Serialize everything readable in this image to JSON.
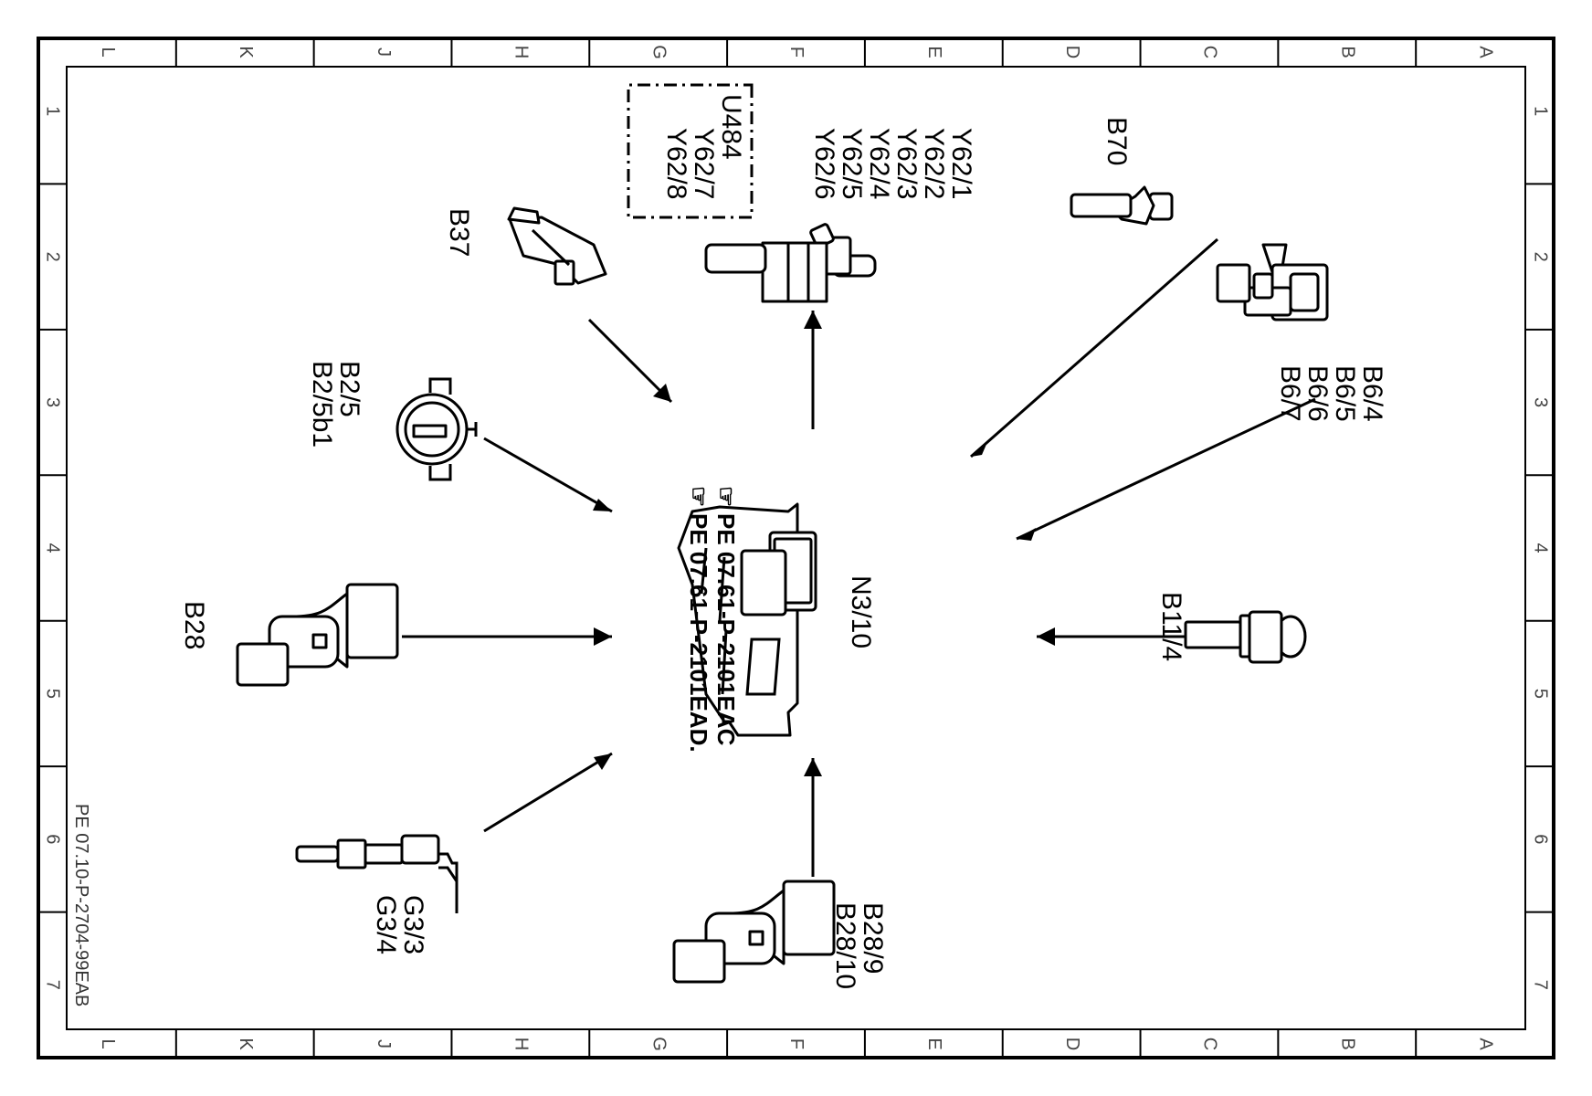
{
  "grid": {
    "columns": [
      "L",
      "K",
      "J",
      "H",
      "G",
      "F",
      "E",
      "D",
      "C",
      "B",
      "A"
    ],
    "rows": [
      "1",
      "2",
      "3",
      "4",
      "5",
      "6",
      "7"
    ]
  },
  "reference_code": "PE 07.10-P-2704-99EAB",
  "center": {
    "label": "N3/10",
    "notes": [
      "PE 07.61-P-2101EAC",
      "PE 07.61-P-2101EAD."
    ]
  },
  "components": {
    "injectors": [
      "Y62/1",
      "Y62/2",
      "Y62/3",
      "Y62/4",
      "Y62/5",
      "Y62/6"
    ],
    "injectors_boxed": [
      "U484",
      "Y62/7",
      "Y62/8"
    ],
    "b70": "B70",
    "camshaft_sensors": [
      "B6/4",
      "B6/5",
      "B6/6",
      "B6/7"
    ],
    "b11_4": "B11/4",
    "b28_9": [
      "B28/9",
      "B28/10"
    ],
    "g3": [
      "G3/3",
      "G3/4"
    ],
    "b28": "B28",
    "b2": [
      "B2/5",
      "B2/5b1"
    ],
    "b37": "B37"
  }
}
